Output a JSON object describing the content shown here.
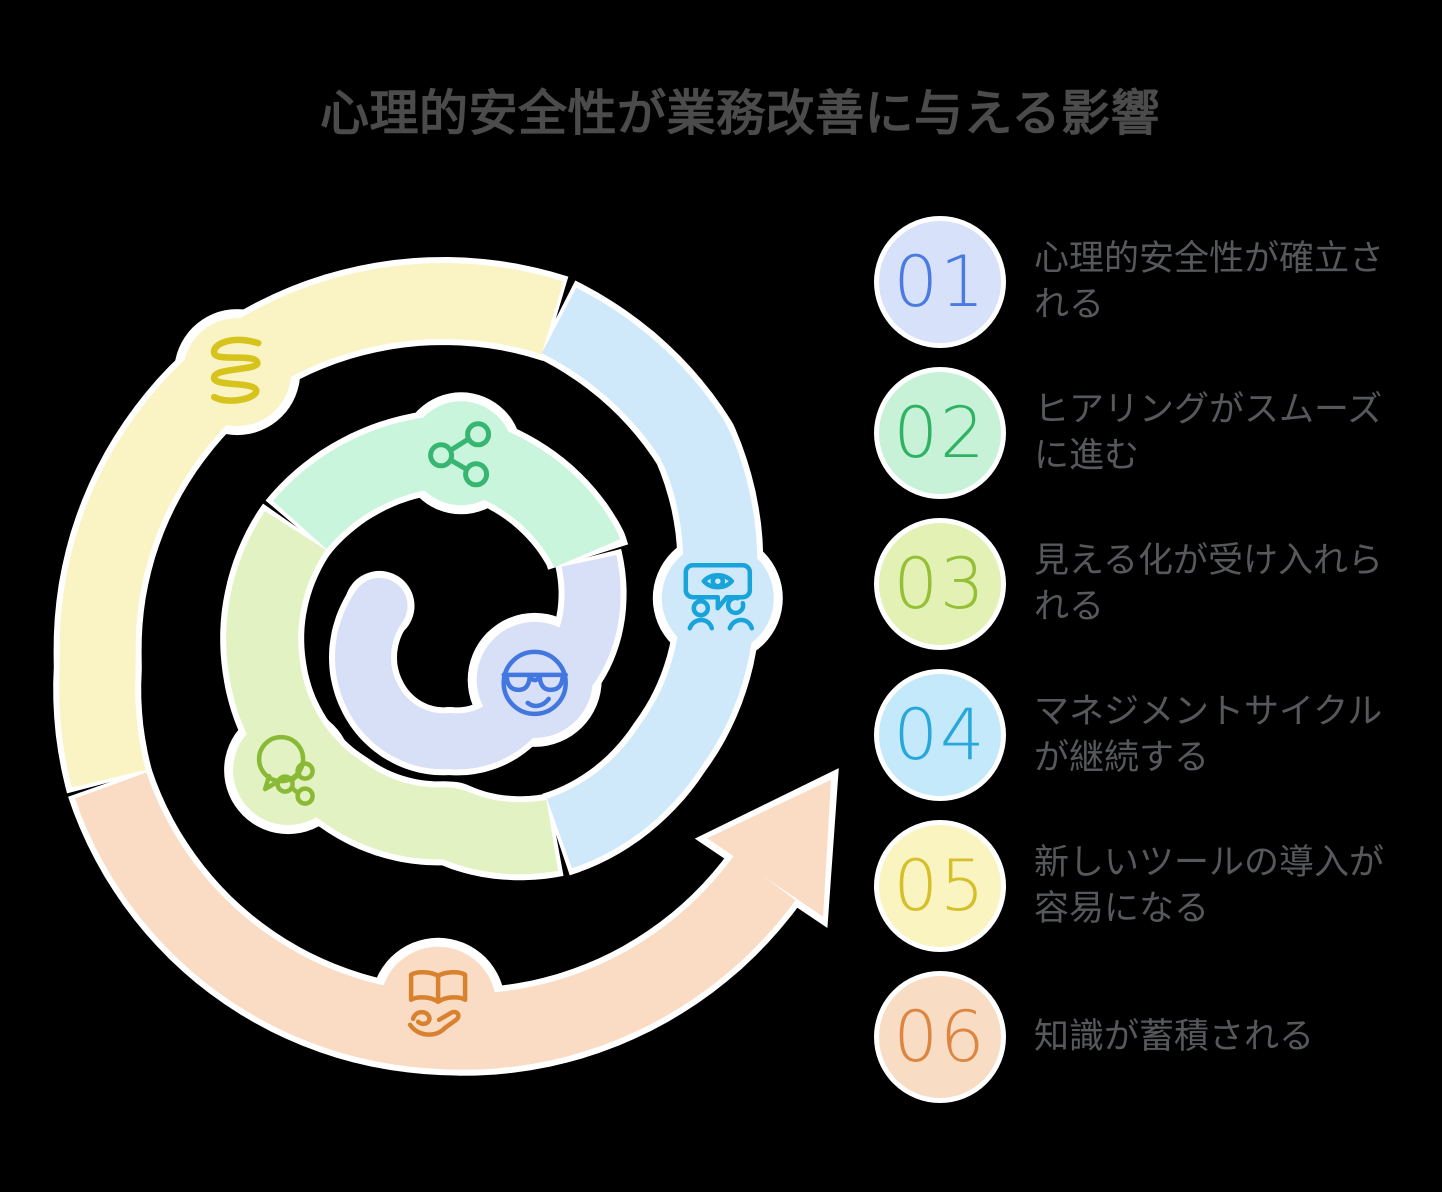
{
  "title": "心理的安全性が業務改善に与える影響",
  "theme": {
    "background": "#000000",
    "title_color": "#4b4b4b",
    "label_color": "#56585c",
    "outline_color": "#ffffff"
  },
  "steps": [
    {
      "number": "01",
      "label": "心理的安全性が確立される",
      "badge_bg": "#d8e1fa",
      "badge_color": "#4a7be0",
      "segment_color": "#d8e0f8",
      "icon": "face-sunglasses-icon",
      "icon_color": "#4377e0"
    },
    {
      "number": "02",
      "label": "ヒアリングがスムーズに進む",
      "badge_bg": "#c8f2d7",
      "badge_color": "#2fb264",
      "segment_color": "#c9f5dc",
      "icon": "share-icon",
      "icon_color": "#36b670"
    },
    {
      "number": "03",
      "label": "見える化が受け入れられる",
      "badge_bg": "#e4f1b4",
      "badge_color": "#95bf37",
      "segment_color": "#e2f2c2",
      "icon": "speech-share-icon",
      "icon_color": "#8aba35"
    },
    {
      "number": "04",
      "label": "マネジメントサイクルが継続する",
      "badge_bg": "#c3e9fa",
      "badge_color": "#28a7db",
      "segment_color": "#cfe9fb",
      "icon": "eye-presentation-icon",
      "icon_color": "#18a4da"
    },
    {
      "number": "05",
      "label": "新しいツールの導入が容易になる",
      "badge_bg": "#faf4c0",
      "badge_color": "#d5bf2b",
      "segment_color": "#faf3c3",
      "icon": "spring-icon",
      "icon_color": "#d6c31c"
    },
    {
      "number": "06",
      "label": "知識が蓄積される",
      "badge_bg": "#f8dcc3",
      "badge_color": "#dc8642",
      "segment_color": "#fadcc4",
      "icon": "book-hand-icon",
      "icon_color": "#d8822f"
    }
  ],
  "spiral": {
    "outline_color": "#ffffff",
    "arrow_color": "#fadcc4"
  }
}
